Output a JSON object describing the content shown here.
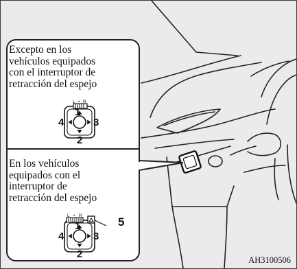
{
  "callout": {
    "section_without_retraction": {
      "caption": "Excepto en los\nvehículos equipados\ncon el interruptor de\nretracción del espejo"
    },
    "section_with_retraction": {
      "caption": "En los vehículos\nequipados con el\ninterruptor de\nretracción del espejo",
      "callout_number": "5"
    }
  },
  "switch_labels": {
    "left": "L",
    "right": "R",
    "dot": "•",
    "num_1": "1",
    "num_2": "2",
    "num_3": "3",
    "num_4": "4"
  },
  "figure_code": "AH3100506"
}
